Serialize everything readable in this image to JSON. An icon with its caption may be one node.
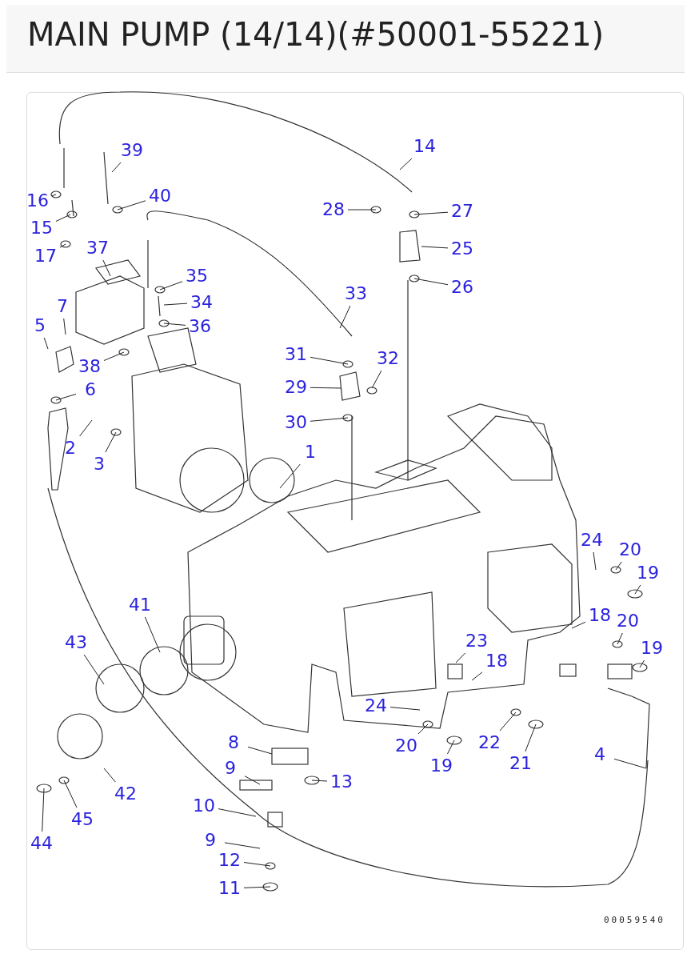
{
  "diagram": {
    "title": "MAIN PUMP (14/14)(#50001-55221)",
    "nodes": [
      {
        "text": [
          "39"
        ]
      },
      {
        "text": [
          "16"
        ]
      },
      {
        "text": [
          "40"
        ]
      },
      {
        "text": [
          "15"
        ]
      },
      {
        "text": [
          "17"
        ]
      },
      {
        "text": [
          "37"
        ]
      },
      {
        "text": [
          "14"
        ]
      },
      {
        "text": [
          "28"
        ]
      },
      {
        "text": [
          "27"
        ]
      },
      {
        "text": [
          "25"
        ]
      },
      {
        "text": [
          "26"
        ]
      },
      {
        "text": [
          "35"
        ]
      },
      {
        "text": [
          "34"
        ]
      },
      {
        "text": [
          "36"
        ]
      },
      {
        "text": [
          "7"
        ]
      },
      {
        "text": [
          "5"
        ]
      },
      {
        "text": [
          "33"
        ]
      },
      {
        "text": [
          "38"
        ]
      },
      {
        "text": [
          "31"
        ]
      },
      {
        "text": [
          "32"
        ]
      },
      {
        "text": [
          "29"
        ]
      },
      {
        "text": [
          "6"
        ]
      },
      {
        "text": [
          "30"
        ]
      },
      {
        "text": [
          "2"
        ]
      },
      {
        "text": [
          "3"
        ]
      },
      {
        "text": [
          "1"
        ]
      },
      {
        "text": [
          "24"
        ]
      },
      {
        "text": [
          "20"
        ]
      },
      {
        "text": [
          "19"
        ]
      },
      {
        "text": [
          "41"
        ]
      },
      {
        "text": [
          "18"
        ]
      },
      {
        "text": [
          "43"
        ]
      },
      {
        "text": [
          "20"
        ]
      },
      {
        "text": [
          "19"
        ]
      },
      {
        "text": [
          "23"
        ]
      },
      {
        "text": [
          "18"
        ]
      },
      {
        "text": [
          "24"
        ]
      },
      {
        "text": [
          "20"
        ]
      },
      {
        "text": [
          "22"
        ]
      },
      {
        "text": [
          "19"
        ]
      },
      {
        "text": [
          "21"
        ]
      },
      {
        "text": [
          "4"
        ]
      },
      {
        "text": [
          "8"
        ]
      },
      {
        "text": [
          "9"
        ]
      },
      {
        "text": [
          "13"
        ]
      },
      {
        "text": [
          "42"
        ]
      },
      {
        "text": [
          "10"
        ]
      },
      {
        "text": [
          "45"
        ]
      },
      {
        "text": [
          "44"
        ]
      },
      {
        "text": [
          "9"
        ]
      },
      {
        "text": [
          "12"
        ]
      },
      {
        "text": [
          "11"
        ]
      }
    ],
    "edges": [
      {
        "from": 0,
        "to": null,
        "arrow": "none"
      },
      {
        "from": 1,
        "to": null,
        "arrow": "none"
      },
      {
        "from": 2,
        "to": null,
        "arrow": "none"
      },
      {
        "from": 3,
        "to": null,
        "arrow": "none"
      },
      {
        "from": 4,
        "to": null,
        "arrow": "none"
      },
      {
        "from": 5,
        "to": null,
        "arrow": "none"
      },
      {
        "from": 6,
        "to": null,
        "arrow": "none"
      },
      {
        "from": 7,
        "to": null,
        "arrow": "none"
      },
      {
        "from": 8,
        "to": null,
        "arrow": "none"
      },
      {
        "from": 9,
        "to": null,
        "arrow": "none"
      },
      {
        "from": 10,
        "to": null,
        "arrow": "none"
      },
      {
        "from": 11,
        "to": null,
        "arrow": "none"
      },
      {
        "from": 12,
        "to": null,
        "arrow": "none"
      },
      {
        "from": 13,
        "to": null,
        "arrow": "none"
      },
      {
        "from": 14,
        "to": null,
        "arrow": "none"
      },
      {
        "from": 15,
        "to": null,
        "arrow": "none"
      },
      {
        "from": 16,
        "to": null,
        "arrow": "none"
      },
      {
        "from": 17,
        "to": null,
        "arrow": "none"
      },
      {
        "from": 18,
        "to": null,
        "arrow": "none"
      },
      {
        "from": 19,
        "to": null,
        "arrow": "none"
      },
      {
        "from": 20,
        "to": null,
        "arrow": "none"
      },
      {
        "from": 21,
        "to": null,
        "arrow": "none"
      },
      {
        "from": 22,
        "to": null,
        "arrow": "none"
      },
      {
        "from": 23,
        "to": null,
        "arrow": "none"
      },
      {
        "from": 24,
        "to": null,
        "arrow": "none"
      },
      {
        "from": 25,
        "to": null,
        "arrow": "none"
      },
      {
        "from": 26,
        "to": null,
        "arrow": "none"
      },
      {
        "from": 27,
        "to": null,
        "arrow": "none"
      },
      {
        "from": 28,
        "to": null,
        "arrow": "none"
      },
      {
        "from": 29,
        "to": null,
        "arrow": "none"
      },
      {
        "from": 30,
        "to": null,
        "arrow": "none"
      },
      {
        "from": 31,
        "to": null,
        "arrow": "none"
      },
      {
        "from": 32,
        "to": null,
        "arrow": "none"
      },
      {
        "from": 33,
        "to": null,
        "arrow": "none"
      },
      {
        "from": 34,
        "to": null,
        "arrow": "none"
      },
      {
        "from": 35,
        "to": null,
        "arrow": "none"
      },
      {
        "from": 36,
        "to": null,
        "arrow": "none"
      },
      {
        "from": 37,
        "to": null,
        "arrow": "none"
      },
      {
        "from": 38,
        "to": null,
        "arrow": "none"
      },
      {
        "from": 39,
        "to": null,
        "arrow": "none"
      },
      {
        "from": 40,
        "to": null,
        "arrow": "none"
      },
      {
        "from": 41,
        "to": null,
        "arrow": "none"
      },
      {
        "from": 42,
        "to": null,
        "arrow": "none"
      },
      {
        "from": 43,
        "to": null,
        "arrow": "none"
      },
      {
        "from": 44,
        "to": null,
        "arrow": "none"
      },
      {
        "from": 45,
        "to": null,
        "arrow": "none"
      },
      {
        "from": 46,
        "to": null,
        "arrow": "none"
      },
      {
        "from": 47,
        "to": null,
        "arrow": "none"
      },
      {
        "from": 48,
        "to": null,
        "arrow": "none"
      },
      {
        "from": 49,
        "to": null,
        "arrow": "none"
      },
      {
        "from": 50,
        "to": null,
        "arrow": "none"
      },
      {
        "from": 51,
        "to": null,
        "arrow": "none"
      }
    ],
    "labels": [
      "00059540"
    ]
  }
}
